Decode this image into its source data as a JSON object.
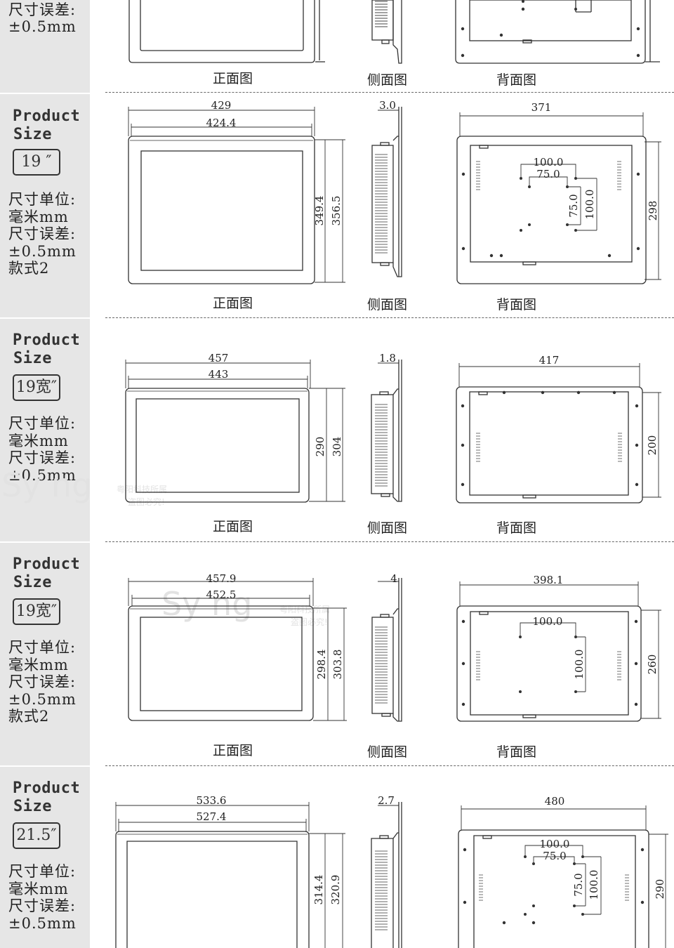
{
  "partial_top": {
    "tolerance_label": "尺寸误差:",
    "tolerance_value": "±0.5mm",
    "views": [
      "正面图",
      "侧面图",
      "背面图"
    ]
  },
  "sections": [
    {
      "title_line1": "Product",
      "title_line2": "Size",
      "size": "19 ″",
      "spec_lines": [
        "尺寸单位:",
        "毫米mm",
        "尺寸误差:",
        "±0.5mm",
        "款式2"
      ],
      "front": {
        "outer_width": "429",
        "inner_width": "424.4",
        "inner_height": "349.4",
        "outer_height": "356.5"
      },
      "side": {
        "thickness": "3.0"
      },
      "back": {
        "width": "371",
        "height": "298",
        "vesa": [
          "100.0",
          "75.0",
          "75.0",
          "100.0"
        ]
      },
      "views": [
        "正面图",
        "侧面图",
        "背面图"
      ]
    },
    {
      "title_line1": "Product",
      "title_line2": "Size",
      "size": "19宽″",
      "spec_lines": [
        "尺寸单位:",
        "毫米mm",
        "尺寸误差:",
        "±0.5mm"
      ],
      "front": {
        "outer_width": "457",
        "inner_width": "443",
        "inner_height": "290",
        "outer_height": "304"
      },
      "side": {
        "thickness": "1.8"
      },
      "back": {
        "width": "417",
        "height": "200",
        "vesa": []
      },
      "views": [
        "正面图",
        "侧面图",
        "背面图"
      ]
    },
    {
      "title_line1": "Product",
      "title_line2": "Size",
      "size": "19宽″",
      "spec_lines": [
        "尺寸单位:",
        "毫米mm",
        "尺寸误差:",
        "±0.5mm",
        "款式2"
      ],
      "front": {
        "outer_width": "457.9",
        "inner_width": "452.5",
        "inner_height": "298.4",
        "outer_height": "303.8"
      },
      "side": {
        "thickness": "4"
      },
      "back": {
        "width": "398.1",
        "height": "260",
        "vesa": [
          "100.0",
          "100.0"
        ]
      },
      "views": [
        "正面图",
        "侧面图",
        "背面图"
      ]
    },
    {
      "title_line1": "Product",
      "title_line2": "Size",
      "size": "21.5″",
      "spec_lines": [
        "尺寸单位:",
        "毫米mm",
        "尺寸误差:",
        "±0.5mm"
      ],
      "front": {
        "outer_width": "533.6",
        "inner_width": "527.4",
        "inner_height": "314.4",
        "outer_height": "320.9"
      },
      "side": {
        "thickness": "2.7"
      },
      "back": {
        "width": "480",
        "height": "290",
        "vesa": [
          "100.0",
          "75.0",
          "75.0",
          "100.0"
        ]
      },
      "views": []
    }
  ],
  "watermark": {
    "logo": "Sy  ng",
    "line1": "粤阳科技所属",
    "line2": "盗图必究!"
  }
}
